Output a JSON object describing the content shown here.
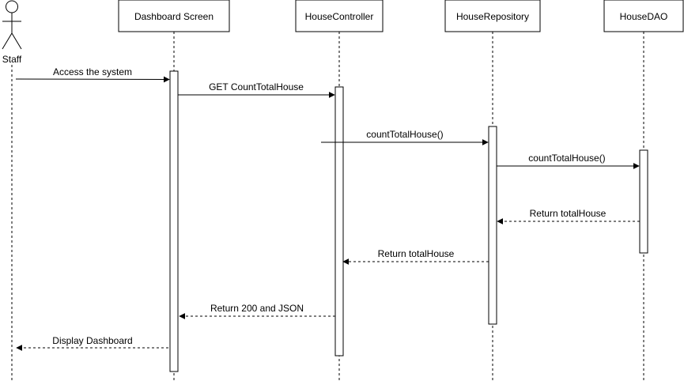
{
  "actor": {
    "label": "Staff"
  },
  "participants": [
    {
      "label": "Dashboard Screen"
    },
    {
      "label": "HouseController"
    },
    {
      "label": "HouseRepository"
    },
    {
      "label": "HouseDAO"
    }
  ],
  "messages": [
    {
      "label": "Access the system",
      "style": "solid"
    },
    {
      "label": "GET CountTotalHouse",
      "style": "solid"
    },
    {
      "label": "countTotalHouse()",
      "style": "solid"
    },
    {
      "label": "countTotalHouse()",
      "style": "solid"
    },
    {
      "label": "Return totalHouse",
      "style": "dashed"
    },
    {
      "label": "Return totalHouse",
      "style": "dashed"
    },
    {
      "label": "Return 200 and JSON",
      "style": "dashed"
    },
    {
      "label": "Display Dashboard",
      "style": "dashed"
    }
  ]
}
